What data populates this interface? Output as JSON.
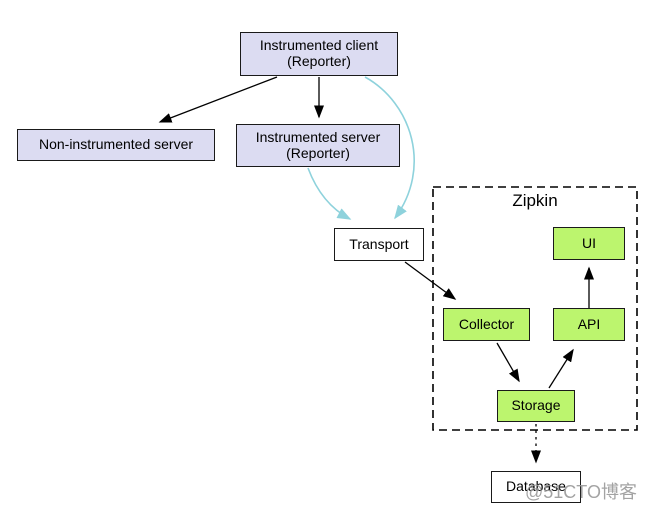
{
  "diagram": {
    "group_title": "Zipkin",
    "nodes": {
      "instrumented_client": {
        "line1": "Instrumented client",
        "line2": "(Reporter)"
      },
      "non_instrumented_server": {
        "label": "Non-instrumented server"
      },
      "instrumented_server": {
        "line1": "Instrumented server",
        "line2": "(Reporter)"
      },
      "transport": {
        "label": "Transport"
      },
      "ui": {
        "label": "UI"
      },
      "collector": {
        "label": "Collector"
      },
      "api": {
        "label": "API"
      },
      "storage": {
        "label": "Storage"
      },
      "database": {
        "label": "Database"
      }
    },
    "watermark": "@51CTO博客",
    "colors": {
      "instrumented_fill": "#dcdcf2",
      "zipkin_component_fill": "#bcf56e",
      "plain_fill": "#ffffff",
      "border": "#1a1a1a",
      "edge_black": "#000000",
      "edge_cyan": "#8ed2dc",
      "watermark_gray": "#9a9a9a"
    }
  }
}
